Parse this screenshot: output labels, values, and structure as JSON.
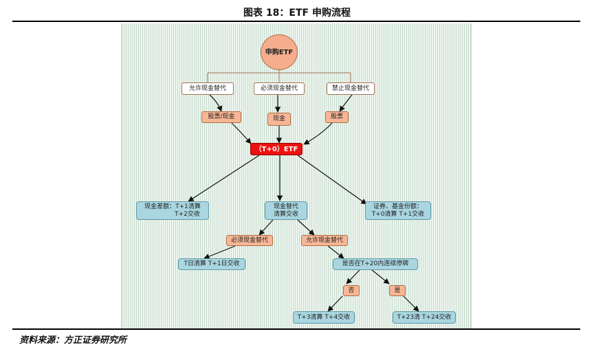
{
  "figure": {
    "title": "图表 18：ETF 申购流程",
    "source": "资料来源：方正证券研究所"
  },
  "diagram": {
    "root": "申购ETF",
    "methods": [
      "允许现金替代",
      "必须现金替代",
      "禁止现金替代"
    ],
    "payments": [
      "股票/现金",
      "现金",
      "股票"
    ],
    "center": "（T+0）ETF",
    "outcome_left": "现金差额：T+1清算\n               T+2交收",
    "outcome_middle": "现金替代\n清算交收",
    "outcome_right": "证券、基金份额：\nT+0清算 T+1交收",
    "sub_must": "必须现金替代",
    "sub_allow": "允许现金替代",
    "result_must": "T日清算  T+1日交收",
    "question": "是否在T+20内连续停牌",
    "no": "否",
    "yes": "是",
    "result_no": "T+3清算  T+4交收",
    "result_yes": "T+23清  T+24交收"
  },
  "colors": {
    "root_fill": "#f6ad8e",
    "center_fill": "#ee1111",
    "blue_fill": "#a9d6e0",
    "salmon_fill": "#f7b796",
    "panel_bg": "#eef6f0"
  }
}
